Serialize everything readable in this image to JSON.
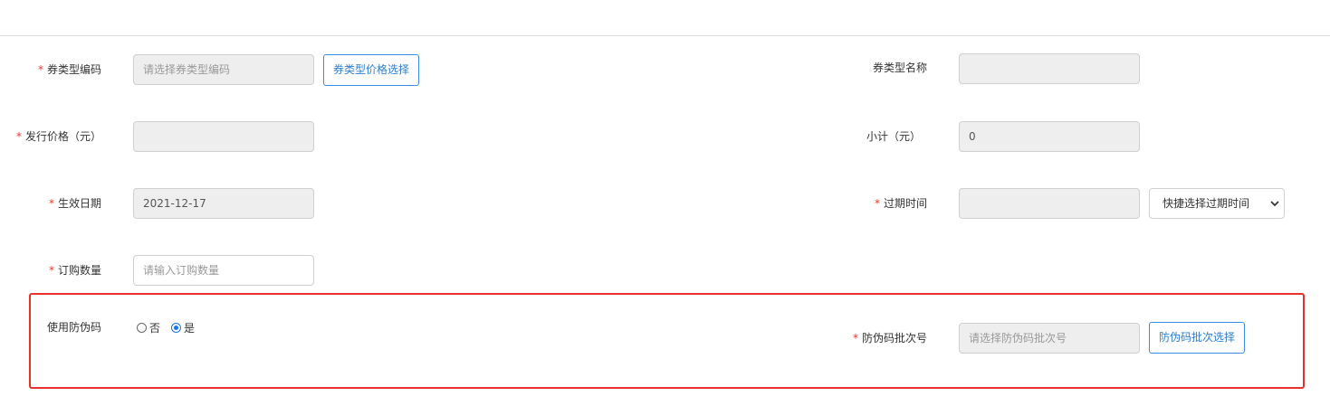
{
  "form": {
    "coupon_type_code": {
      "label": "券类型编码",
      "placeholder": "请选择券类型编码",
      "required": true
    },
    "coupon_price_button": "券类型价格选择",
    "coupon_type_name": {
      "label": "券类型名称",
      "value": ""
    },
    "issue_price": {
      "label": "发行价格（元）",
      "value": "",
      "required": true
    },
    "subtotal": {
      "label": "小计（元）",
      "value": "0"
    },
    "effective_date": {
      "label": "生效日期",
      "value": "2021-12-17",
      "required": true
    },
    "expire_time": {
      "label": "过期时间",
      "value": "",
      "required": true
    },
    "expire_quick_select": {
      "selected": "快捷选择过期时间"
    },
    "order_quantity": {
      "label": "订购数量",
      "placeholder": "请输入订购数量",
      "required": true
    },
    "use_anti_counterfeit": {
      "label": "使用防伪码",
      "options": [
        {
          "label": "否",
          "checked": false
        },
        {
          "label": "是",
          "checked": true
        }
      ]
    },
    "anti_counterfeit_batch": {
      "label": "防伪码批次号",
      "placeholder": "请选择防伪码批次号",
      "required": true
    },
    "anti_counterfeit_batch_button": "防伪码批次选择"
  },
  "required_marker": "*",
  "colors": {
    "required": "#e8352e",
    "accent": "#2d7fd2",
    "highlight_border": "#e8312a",
    "readonly_bg": "#eeeeee"
  }
}
